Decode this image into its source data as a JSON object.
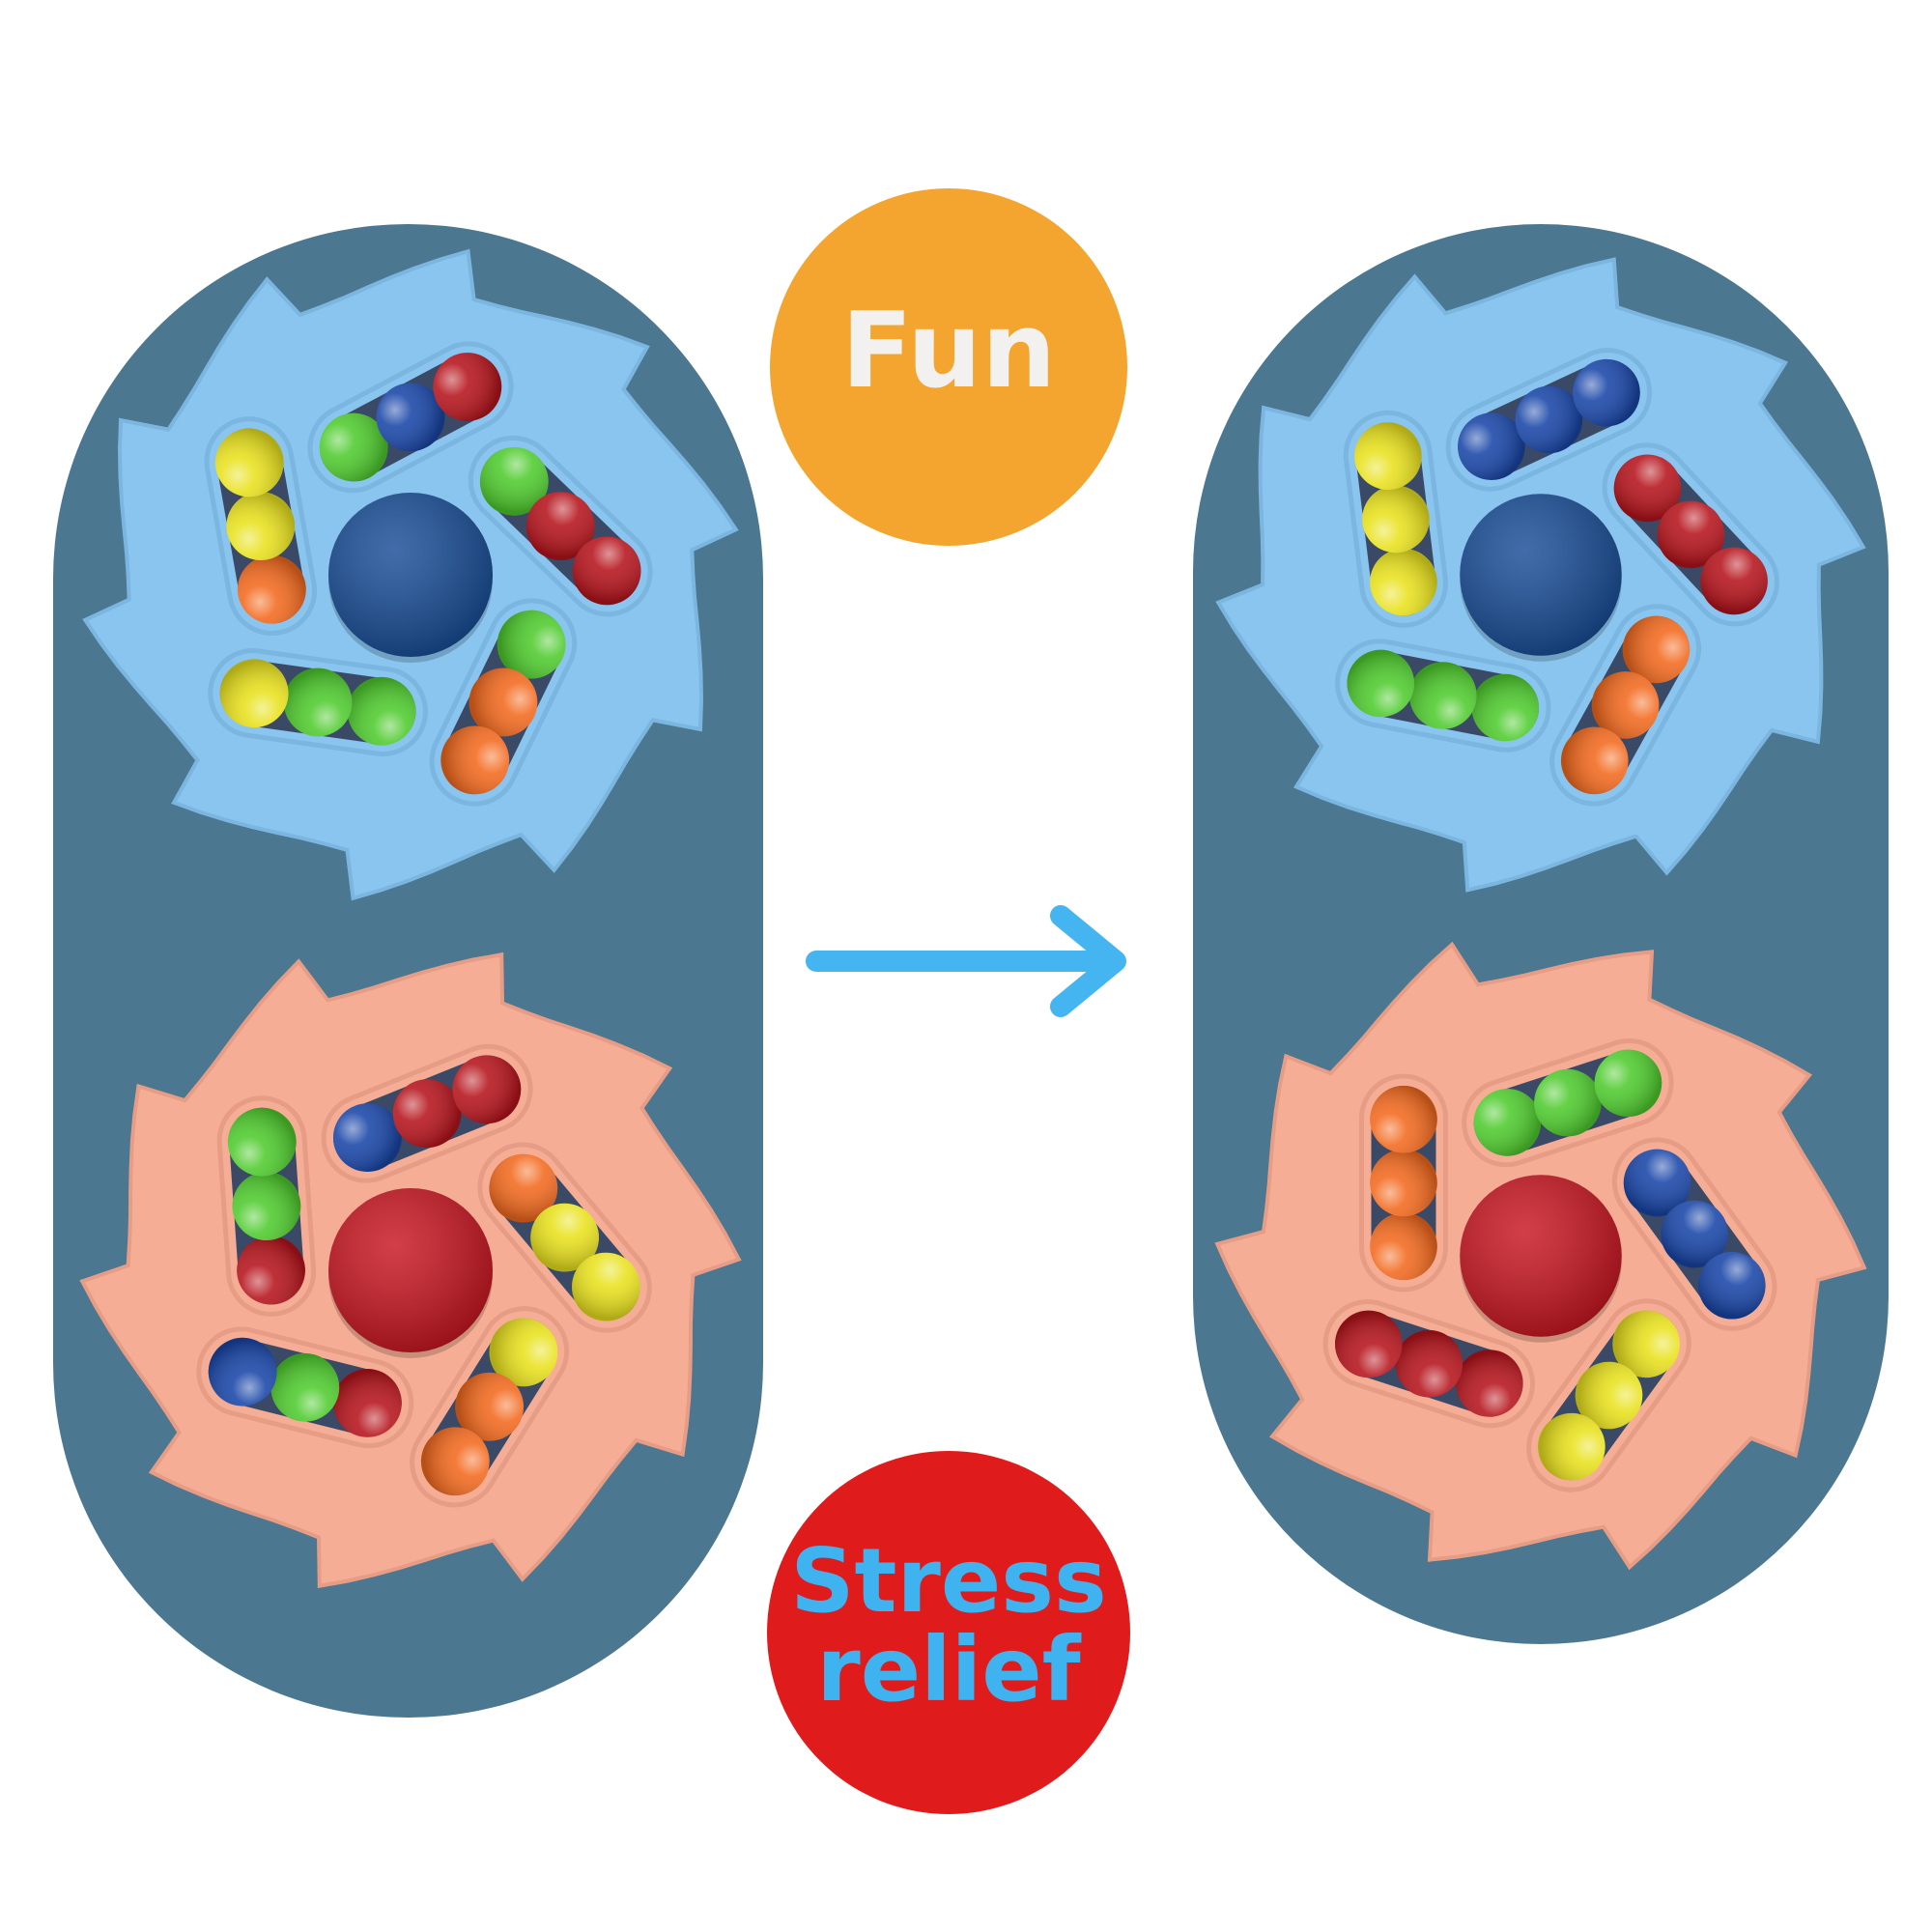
{
  "badges": {
    "fun": {
      "label": "Fun",
      "bg": "#F4A52F",
      "fg": "#F3F1EF"
    },
    "stress": {
      "line1": "Stress",
      "line2": "relief",
      "bg": "#E01B1B",
      "fg": "#3EB3EF"
    }
  },
  "colors": {
    "panel": "#4B7790",
    "blue_spinner": "#89C5EE",
    "blue_spinner_shade": "#7AB6E0",
    "blue_knob": "#174C96",
    "pink_spinner": "#F5AE95",
    "pink_spinner_shade": "#E79D85",
    "pink_knob": "#C8141F",
    "arrow": "#45B5F1",
    "bead_green": "#4FCB2E",
    "bead_blue": "#1946A8",
    "bead_red": "#B6141C",
    "bead_orange": "#F36A1F",
    "bead_yellow": "#E9E21E"
  },
  "icons": {
    "arrow": "arrow-right-icon",
    "knob": "spinner-knob-icon",
    "bead": "bead-icon"
  },
  "spinners": {
    "left_top": {
      "theme": "blue",
      "slots": [
        [
          "green",
          "blue",
          "red"
        ],
        [
          "green",
          "red",
          "red"
        ],
        [
          "green",
          "orange",
          "orange"
        ],
        [
          "green",
          "green",
          "yellow"
        ],
        [
          "orange",
          "yellow",
          "yellow"
        ]
      ]
    },
    "left_bottom": {
      "theme": "pink",
      "slots": [
        [
          "blue",
          "red",
          "red"
        ],
        [
          "orange",
          "yellow",
          "yellow"
        ],
        [
          "yellow",
          "orange",
          "orange"
        ],
        [
          "red",
          "green",
          "blue"
        ],
        [
          "red",
          "green",
          "green"
        ]
      ]
    },
    "right_top": {
      "theme": "blue",
      "slots": [
        [
          "blue",
          "blue",
          "blue"
        ],
        [
          "red",
          "red",
          "red"
        ],
        [
          "orange",
          "orange",
          "orange"
        ],
        [
          "green",
          "green",
          "green"
        ],
        [
          "yellow",
          "yellow",
          "yellow"
        ]
      ]
    },
    "right_bottom": {
      "theme": "pink",
      "slots": [
        [
          "green",
          "green",
          "green"
        ],
        [
          "blue",
          "blue",
          "blue"
        ],
        [
          "yellow",
          "yellow",
          "yellow"
        ],
        [
          "red",
          "red",
          "red"
        ],
        [
          "orange",
          "orange",
          "orange"
        ]
      ]
    }
  }
}
